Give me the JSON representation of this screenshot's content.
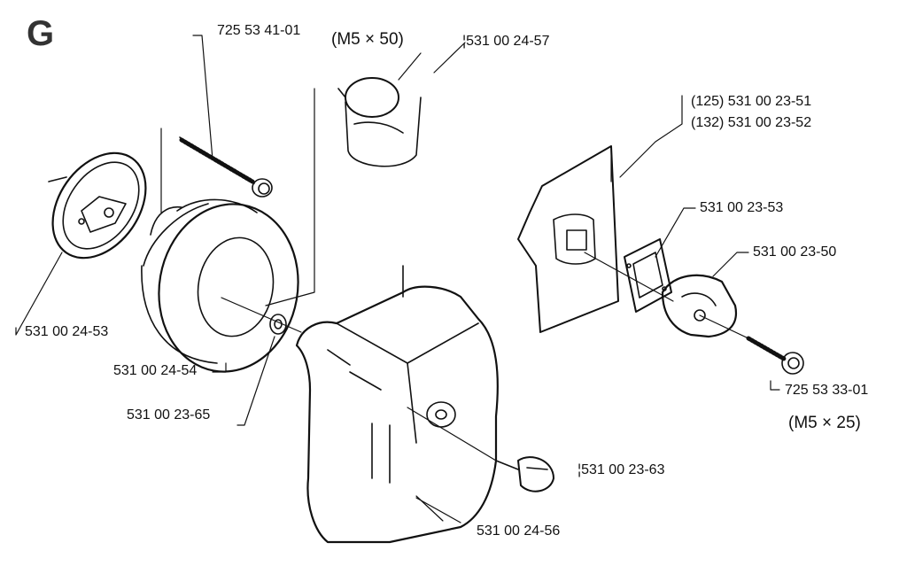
{
  "section_letter": "G",
  "labels": {
    "screw_top": "725 53 41-01",
    "screw_top_size": "(M5 × 50)",
    "sleeve": "¦531 00 24-57",
    "plate_125": "(125) 531 00 23-51",
    "plate_132": "(132) 531 00 23-52",
    "gasket": "531 00 23-53",
    "flange": "531 00 23-50",
    "screw_right": "725 53 33-01",
    "screw_right_size": "(M5 × 25)",
    "filter_cover": "531 00 24-53",
    "filter": "531 00 24-54",
    "washer": "531 00 23-65",
    "knob": "¦531 00 23-63",
    "housing": "531 00 24-56"
  },
  "colors": {
    "ink": "#111111",
    "paper": "#ffffff",
    "shade": "#333333"
  }
}
